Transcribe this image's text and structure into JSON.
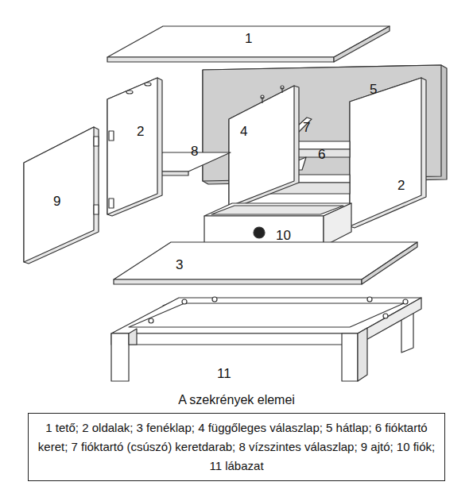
{
  "diagram": {
    "caption": "A szekrények elemei",
    "nodes": [
      {
        "text": [
          "1 tető; 2 oldalak; 3 fenéklap; 4 függőleges válaszlap; 5 hátlap; 6 fióktartó keret; 7 fióktartó (csúszó) keretdarab; 8 vízszintes válaszlap; 9 ajtó; 10 fiók; 11 lábazat"
        ]
      }
    ],
    "labels": [
      "1",
      "5",
      "2",
      "4",
      "7",
      "8",
      "6",
      "2",
      "9",
      "10",
      "3",
      "11"
    ]
  }
}
